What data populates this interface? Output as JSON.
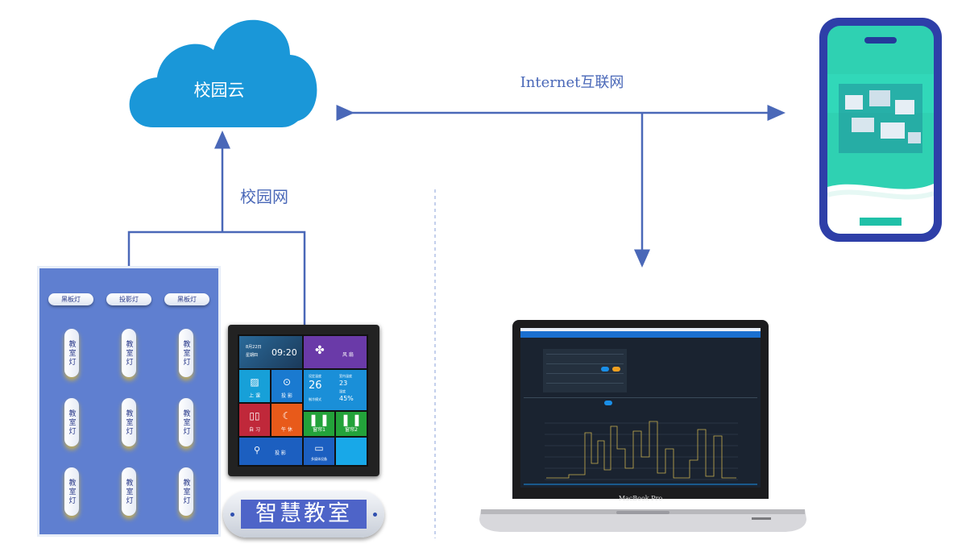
{
  "cloud": {
    "label": "校园云",
    "icon": "cloud-icon",
    "color": "#1a97d8"
  },
  "connections": {
    "internet_label": "Internet互联网",
    "campus_network_label": "校园网",
    "line_color": "#4a68b8"
  },
  "switch_panel": {
    "top_switches": [
      "黑板灯",
      "投影灯",
      "黑板灯"
    ],
    "classroom_lights": [
      "教室灯",
      "教室灯",
      "教室灯",
      "教室灯",
      "教室灯",
      "教室灯",
      "教室灯",
      "教室灯",
      "教室灯"
    ]
  },
  "control_panel": {
    "date_line1": "8月22日",
    "date_line2": "星期四",
    "time": "09:20",
    "fan_label": "风 扇",
    "projector_label": "上 课",
    "camera_label": "投 影",
    "set_temp_label": "设定温度",
    "set_temp": "26",
    "room_temp_label": "室内温度",
    "room_temp": "23",
    "humidity_label": "湿度",
    "humidity": "45%",
    "mode_label": "制冷模式",
    "study_label": "自 习",
    "rest_label": "午 休",
    "curtain1_label": "窗帘1",
    "curtain2_label": "窗帘2",
    "scene_label": "投 影",
    "multimedia_label": "多媒体设备"
  },
  "classroom_badge": {
    "text": "智慧教室"
  },
  "laptop": {
    "brand": "MacBook Pro"
  },
  "phone": {
    "caption": ""
  }
}
